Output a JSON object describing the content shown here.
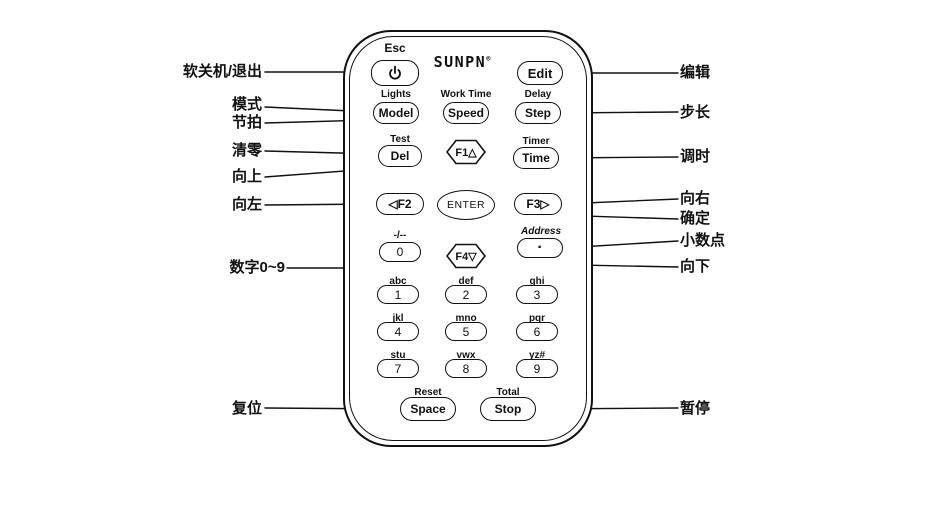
{
  "labels_left": {
    "power": "软关机/退出",
    "mode": "模式",
    "beat": "节拍",
    "clear": "清零",
    "up": "向上",
    "left": "向左",
    "digits": "数字0~9",
    "reset": "复位"
  },
  "labels_right": {
    "edit": "编辑",
    "step": "步长",
    "time": "调时",
    "right": "向右",
    "ok": "确定",
    "decimal": "小数点",
    "down": "向下",
    "pause": "暂停"
  },
  "remote": {
    "brand": "SUNPN",
    "registered": "®",
    "keys": {
      "esc": "Esc",
      "edit": "Edit",
      "lights": "Lights",
      "model": "Model",
      "work_time": "Work Time",
      "speed": "Speed",
      "delay": "Delay",
      "step": "Step",
      "test": "Test",
      "del": "Del",
      "f1": "F1△",
      "timer": "Timer",
      "time": "Time",
      "f2": "◁F2",
      "enter": "ENTER",
      "f3": "F3▷",
      "dial": "-/--",
      "zero": "0",
      "f4": "F4▽",
      "address": "Address",
      "dot": "·",
      "reset": "Reset",
      "space": "Space",
      "total": "Total",
      "stop": "Stop"
    },
    "numpad": [
      {
        "letters": "abc",
        "digit": "1"
      },
      {
        "letters": "def",
        "digit": "2"
      },
      {
        "letters": "ghi",
        "digit": "3"
      },
      {
        "letters": "jkl",
        "digit": "4"
      },
      {
        "letters": "mno",
        "digit": "5"
      },
      {
        "letters": "pqr",
        "digit": "6"
      },
      {
        "letters": "stu",
        "digit": "7"
      },
      {
        "letters": "vwx",
        "digit": "8"
      },
      {
        "letters": "yz#",
        "digit": "9"
      }
    ]
  }
}
